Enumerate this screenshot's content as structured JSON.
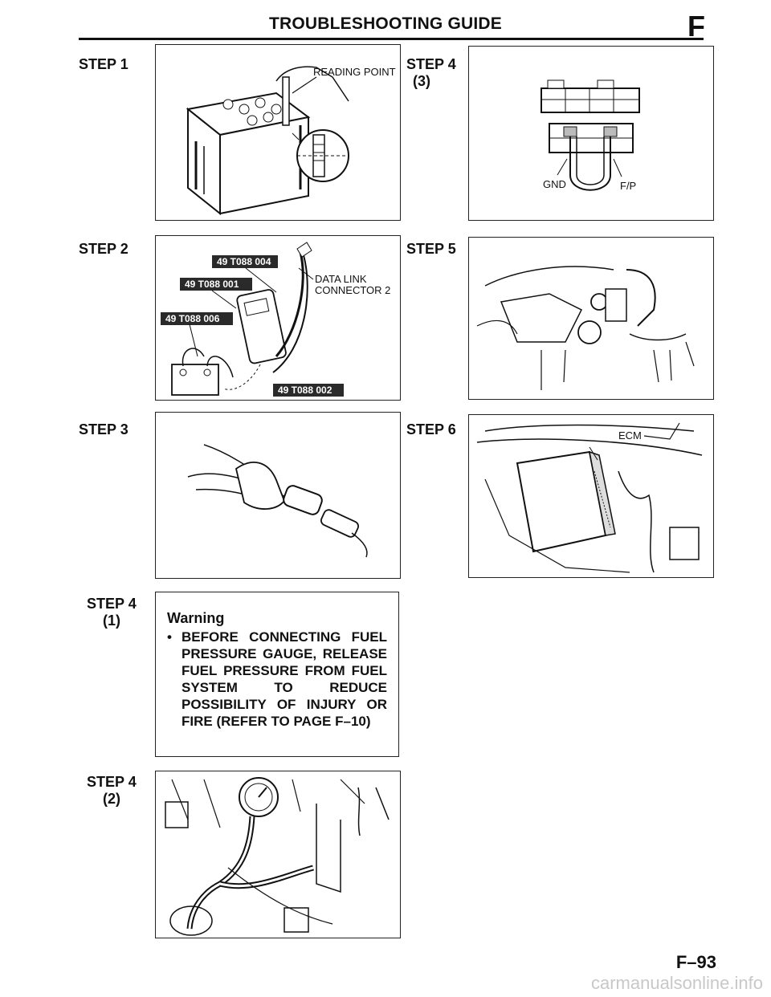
{
  "header": {
    "title": "TROUBLESHOOTING GUIDE",
    "section": "F"
  },
  "steps": {
    "step1": {
      "label": "STEP 1",
      "callout": "READING POINT"
    },
    "step2": {
      "label": "STEP 2",
      "tool_a": "49 T088 004",
      "tool_b": "49 T088 001",
      "tool_c": "49 T088 006",
      "tool_d": "49 T088 002",
      "callout_line1": "DATA LINK",
      "callout_line2": "CONNECTOR 2"
    },
    "step3": {
      "label": "STEP 3"
    },
    "step4_1": {
      "label": "STEP 4",
      "sub": "(1)",
      "warning_title": "Warning",
      "warning_text": "BEFORE CONNECTING FUEL PRESSURE GAUGE, RELEASE FUEL PRESSURE FROM FUEL SYSTEM TO REDUCE POSSIBILITY OF INJURY OR FIRE (REFER TO PAGE F–10)"
    },
    "step4_2": {
      "label": "STEP 4",
      "sub": "(2)"
    },
    "step4_3": {
      "label": "STEP 4",
      "sub": "(3)",
      "gnd": "GND",
      "fp": "F/P"
    },
    "step5": {
      "label": "STEP 5"
    },
    "step6": {
      "label": "STEP 6",
      "ecm": "ECM"
    }
  },
  "footer": {
    "page_number": "F–93",
    "watermark": "carmanualsonline.info"
  }
}
